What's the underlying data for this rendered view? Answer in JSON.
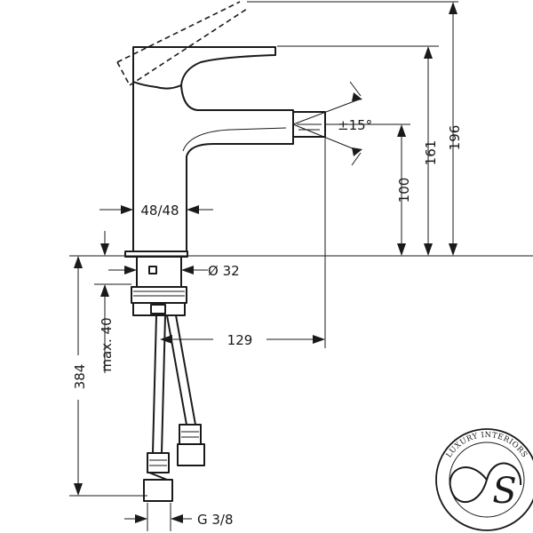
{
  "dimensions": {
    "height_total": "196",
    "height_spout_top": "161",
    "height_outlet": "100",
    "spout_angle": "±15°",
    "base_width": "48/48",
    "hole_diameter": "Ø 32",
    "spout_reach": "129",
    "max_thickness": "max. 40",
    "hose_length": "384",
    "connection": "G 3/8"
  },
  "logo": {
    "arc_text": "LUXURY INTERIORS",
    "monogram": "S"
  }
}
